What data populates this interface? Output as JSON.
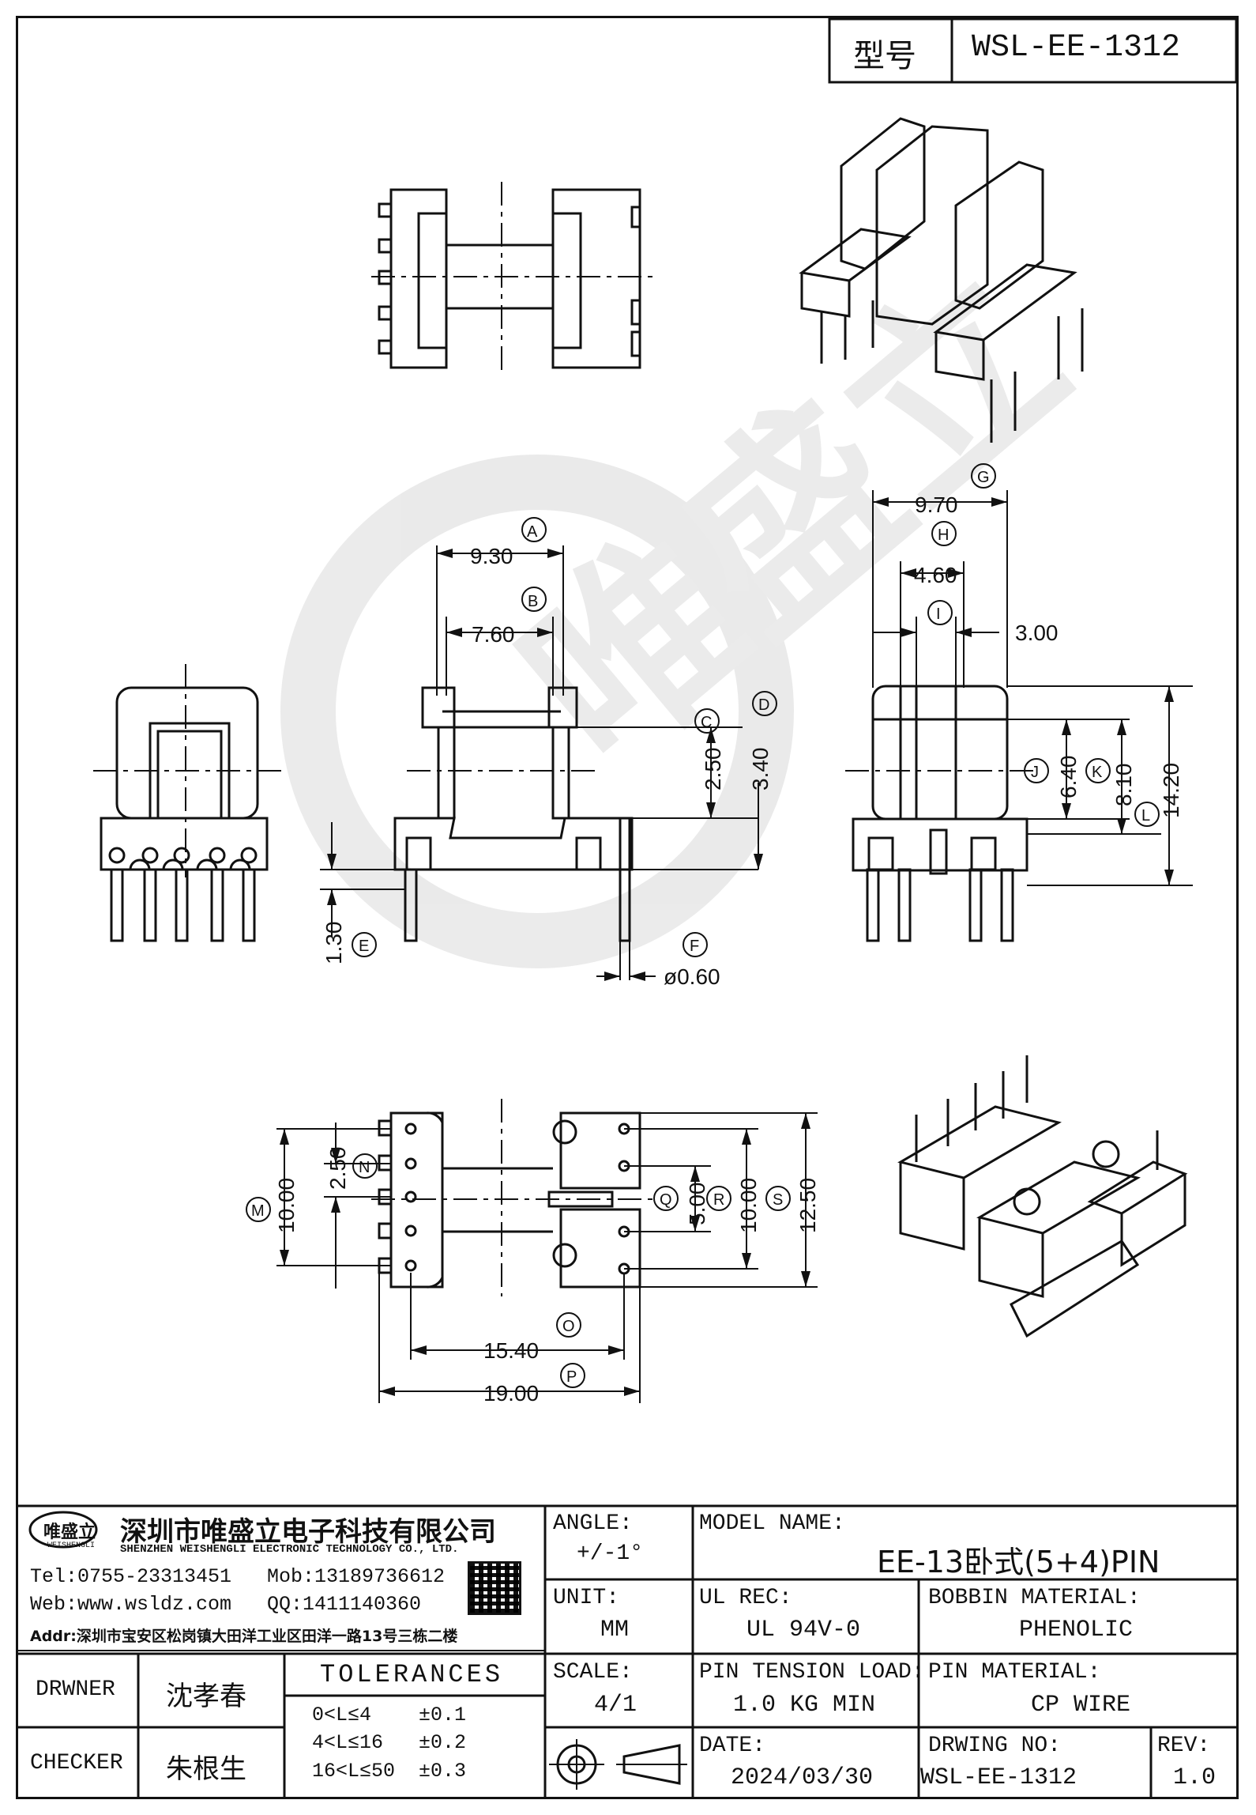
{
  "header": {
    "type_label": "型号",
    "type_value": "WSL-EE-1312"
  },
  "dimensions": {
    "A": {
      "letter": "A",
      "value": "9.30"
    },
    "B": {
      "letter": "B",
      "value": "7.60"
    },
    "C": {
      "letter": "C",
      "value": "2.50"
    },
    "D": {
      "letter": "D",
      "value": "3.40"
    },
    "E": {
      "letter": "E",
      "value": "1.30"
    },
    "F": {
      "letter": "F",
      "value": "ø0.60"
    },
    "G": {
      "letter": "G",
      "value": "9.70"
    },
    "H": {
      "letter": "H",
      "value": "4.60"
    },
    "I": {
      "letter": "I",
      "value": "3.00"
    },
    "J": {
      "letter": "J",
      "value": "6.40"
    },
    "K": {
      "letter": "K",
      "value": "8.10"
    },
    "L": {
      "letter": "L",
      "value": "14.20"
    },
    "M": {
      "letter": "M",
      "value": "10.00"
    },
    "N": {
      "letter": "N",
      "value": "2.50"
    },
    "O": {
      "letter": "O",
      "value": "15.40"
    },
    "P": {
      "letter": "P",
      "value": "19.00"
    },
    "Q": {
      "letter": "Q",
      "value": "5.00"
    },
    "R": {
      "letter": "R",
      "value": "10.00"
    },
    "S": {
      "letter": "S",
      "value": "12.50"
    }
  },
  "company": {
    "logo_text": "唯盛立",
    "logo_sub": "WEISHENGLI",
    "name_cn": "深圳市唯盛立电子科技有限公司",
    "name_en": "SHENZHEN WEISHENGLI ELECTRONIC TECHNOLOGY CO., LTD.",
    "tel": "Tel:0755-23313451",
    "mob": "Mob:13189736612",
    "web": "Web:www.wsldz.com",
    "qq": "QQ:1411140360",
    "addr": "Addr:深圳市宝安区松岗镇大田洋工业区田洋一路13号三栋二楼"
  },
  "title_block": {
    "angle_label": "ANGLE:",
    "angle_value": "+/-1°",
    "model_label": "MODEL NAME:",
    "model_value": "EE-13卧式(5+4)PIN",
    "unit_label": "UNIT:",
    "unit_value": "MM",
    "ul_label": "UL REC:",
    "ul_value": "UL 94V-0",
    "bobbin_label": "BOBBIN MATERIAL:",
    "bobbin_value": "PHENOLIC",
    "scale_label": "SCALE:",
    "scale_value": "4/1",
    "tension_label": "PIN TENSION LOAD:",
    "tension_value": "1.0 KG MIN",
    "pinmat_label": "PIN MATERIAL:",
    "pinmat_value": "CP WIRE",
    "date_label": "DATE:",
    "date_value": "2024/03/30",
    "drwno_label": "DRWING NO:",
    "drwno_value": "WSL-EE-1312",
    "rev_label": "REV:",
    "rev_value": "1.0",
    "drawer_label": "DRWNER",
    "drawer_value": "沈孝春",
    "checker_label": "CHECKER",
    "checker_value": "朱根生",
    "tolerances_label": "TOLERANCES",
    "tol_rows": [
      "0<L≤4    ±0.1",
      "4<L≤16   ±0.2",
      "16<L≤50  ±0.3"
    ]
  }
}
